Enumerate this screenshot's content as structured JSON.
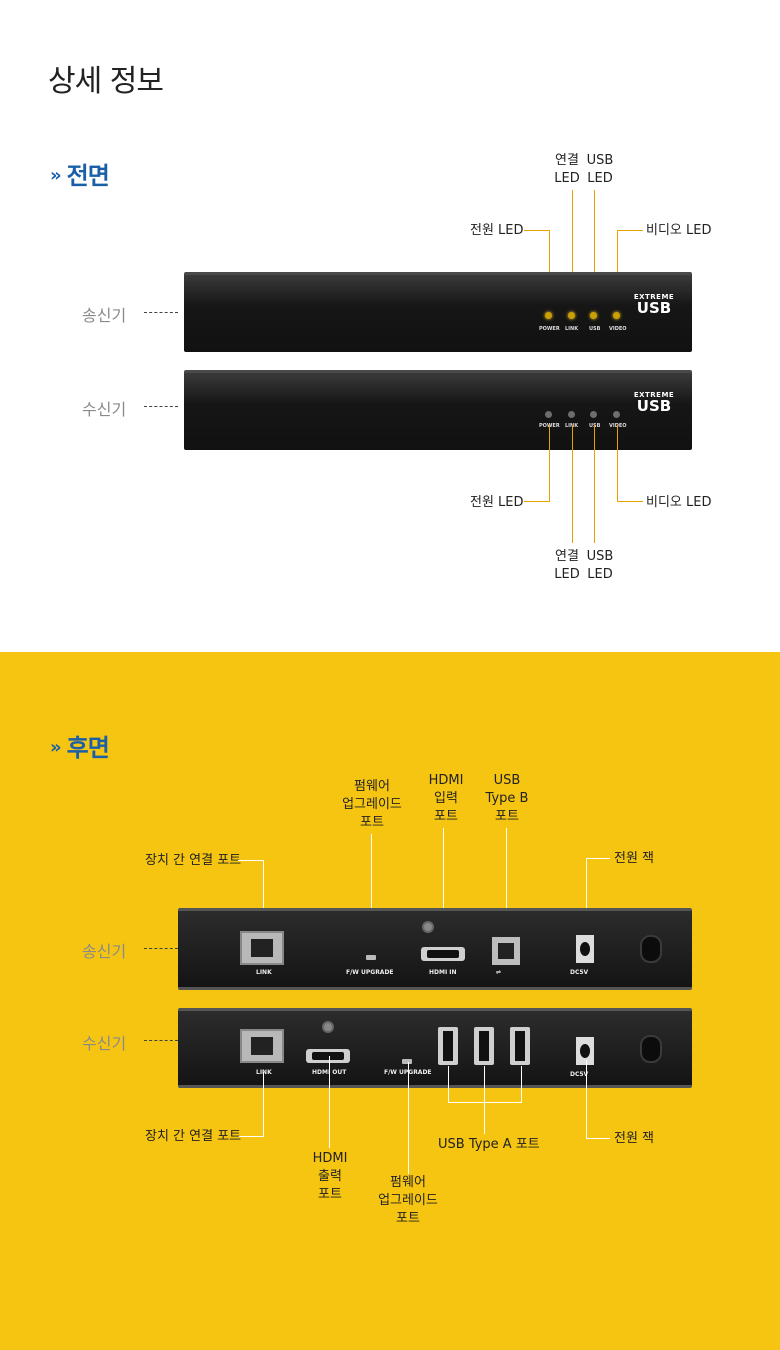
{
  "page_title": "상세 정보",
  "front": {
    "section_title": "전면",
    "chevron": "»",
    "transmitter_label": "송신기",
    "receiver_label": "수신기",
    "callouts": {
      "power_led": "전원 LED",
      "link_led_1": "연결",
      "link_led_2": "LED",
      "usb_led_1": "USB",
      "usb_led_2": "LED",
      "video_led": "비디오 LED"
    },
    "device": {
      "power": "POWER",
      "link": "LINK",
      "usb": "USB",
      "video": "VIDEO",
      "brand_top": "EXTREME",
      "brand_main": "USB"
    }
  },
  "rear": {
    "section_title": "후면",
    "chevron": "»",
    "transmitter_label": "송신기",
    "receiver_label": "수신기",
    "callouts": {
      "fw_1": "펌웨어",
      "fw_2": "업그레이드",
      "fw_3": "포트",
      "hdmi_in_1": "HDMI",
      "hdmi_in_2": "입력",
      "hdmi_in_3": "포트",
      "usb_b_1": "USB",
      "usb_b_2": "Type B",
      "usb_b_3": "포트",
      "link_port": "장치 간 연결 포트",
      "power_jack": "전원 잭",
      "hdmi_out_1": "HDMI",
      "hdmi_out_2": "출력",
      "hdmi_out_3": "포트",
      "usb_a": "USB Type A 포트"
    },
    "device": {
      "link": "LINK",
      "fw_upgrade": "F/W UPGRADE",
      "hdmi_in": "HDMI  IN",
      "hdmi_out": "HDMI OUT",
      "dc": "DC5V"
    }
  },
  "colors": {
    "accent_blue": "#1a5fa8",
    "highlight_yellow": "#f6c512",
    "callout_line": "#e8a200"
  }
}
